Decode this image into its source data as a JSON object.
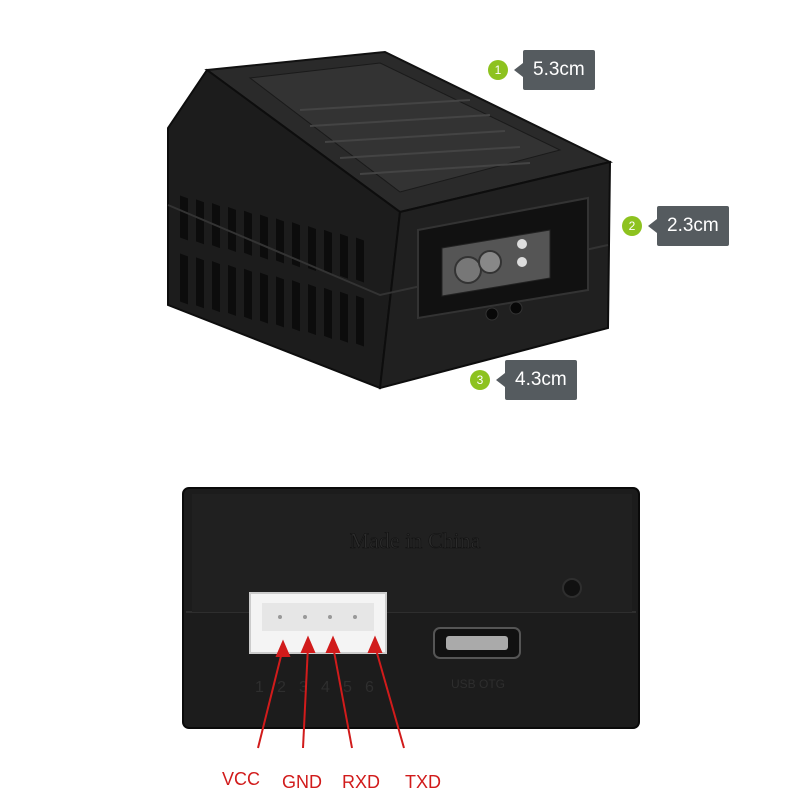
{
  "dimensions": [
    {
      "index": "1",
      "value": "5.3cm"
    },
    {
      "index": "2",
      "value": "2.3cm"
    },
    {
      "index": "3",
      "value": "4.3cm"
    }
  ],
  "back_panel": {
    "emboss_text": "Made in China",
    "port_label": "USB OTG",
    "pin_numbers": [
      "1",
      "2",
      "3",
      "4",
      "5",
      "6"
    ]
  },
  "pins": [
    {
      "label": "VCC"
    },
    {
      "label": "GND"
    },
    {
      "label": "RXD"
    },
    {
      "label": "TXD"
    }
  ],
  "colors": {
    "device_body": "#1c1c1c",
    "badge_green": "#8dc21f",
    "label_box": "#555b5f",
    "pin_arrow": "#d11b1b"
  }
}
